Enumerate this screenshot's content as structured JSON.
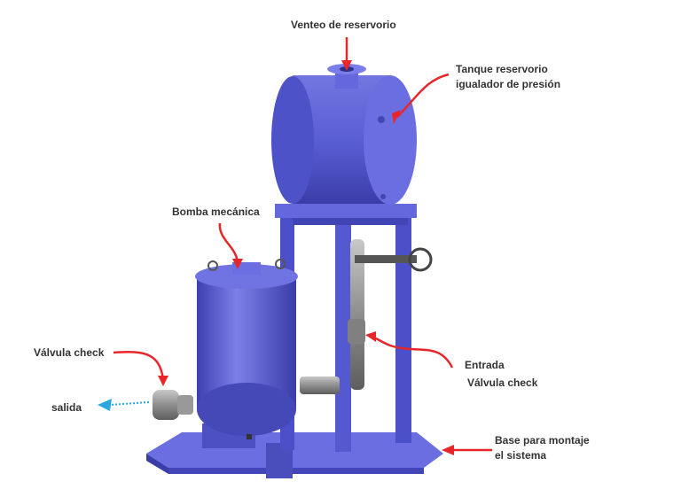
{
  "labels": {
    "vent": "Venteo de reservorio",
    "tank_line1": "Tanque reservorio",
    "tank_line2": "igualador de presión",
    "pump": "Bomba mecánica",
    "check_out": "Válvula check",
    "outlet": "salida",
    "inlet_line1": "Entrada",
    "inlet_line2": "Válvula check",
    "base_line1": "Base para montaje",
    "base_line2": "el sistema"
  },
  "colors": {
    "body": "#5b5fd6",
    "arrow": "#e8262a",
    "outlet_arrow": "#2aa7e0",
    "label": "#333333"
  }
}
